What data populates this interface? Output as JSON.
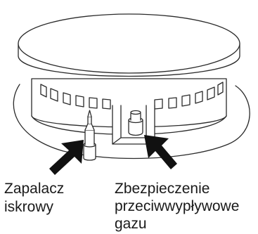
{
  "labels": {
    "igniter_line1": "Zapalacz",
    "igniter_line2": "iskrowy",
    "safety_line1": "Zbezpieczenie",
    "safety_line2": "przeciwwypływowe",
    "safety_line3": "gazu"
  },
  "colors": {
    "line": "#2a2a2a",
    "arrow": "#111111",
    "fill": "#ffffff"
  }
}
